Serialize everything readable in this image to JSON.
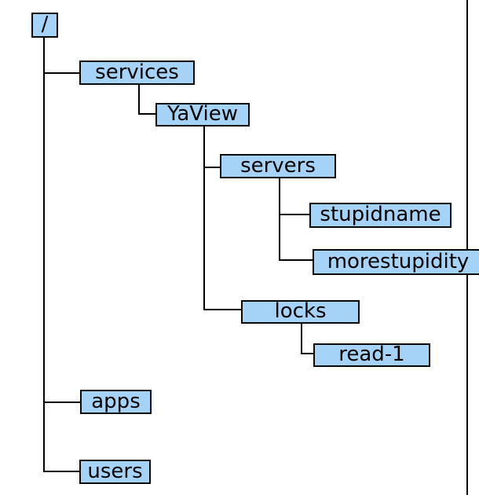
{
  "diagram": {
    "type": "tree",
    "description": "Hierarchical namespace tree of nodes",
    "nodes": [
      {
        "id": "root",
        "label": "/",
        "parent": null
      },
      {
        "id": "services",
        "label": "services",
        "parent": "root"
      },
      {
        "id": "yaview",
        "label": "YaView",
        "parent": "services"
      },
      {
        "id": "servers",
        "label": "servers",
        "parent": "yaview"
      },
      {
        "id": "stupidname",
        "label": "stupidname",
        "parent": "servers"
      },
      {
        "id": "morestupidity",
        "label": "morestupidity",
        "parent": "servers"
      },
      {
        "id": "locks",
        "label": "locks",
        "parent": "yaview"
      },
      {
        "id": "read-1",
        "label": "read-1",
        "parent": "locks"
      },
      {
        "id": "apps",
        "label": "apps",
        "parent": "root"
      },
      {
        "id": "users",
        "label": "users",
        "parent": "root"
      }
    ],
    "paths": [
      "/",
      "/services",
      "/services/YaView",
      "/services/YaView/servers",
      "/services/YaView/servers/stupidname",
      "/services/YaView/servers/morestupidity",
      "/services/YaView/locks",
      "/services/YaView/locks/read-1",
      "/apps",
      "/users"
    ]
  },
  "colors": {
    "node_fill": "#A5D2F7",
    "node_border": "#0a0a0a",
    "connector": "#000000",
    "text": "#000000",
    "background": "#ffffff"
  }
}
